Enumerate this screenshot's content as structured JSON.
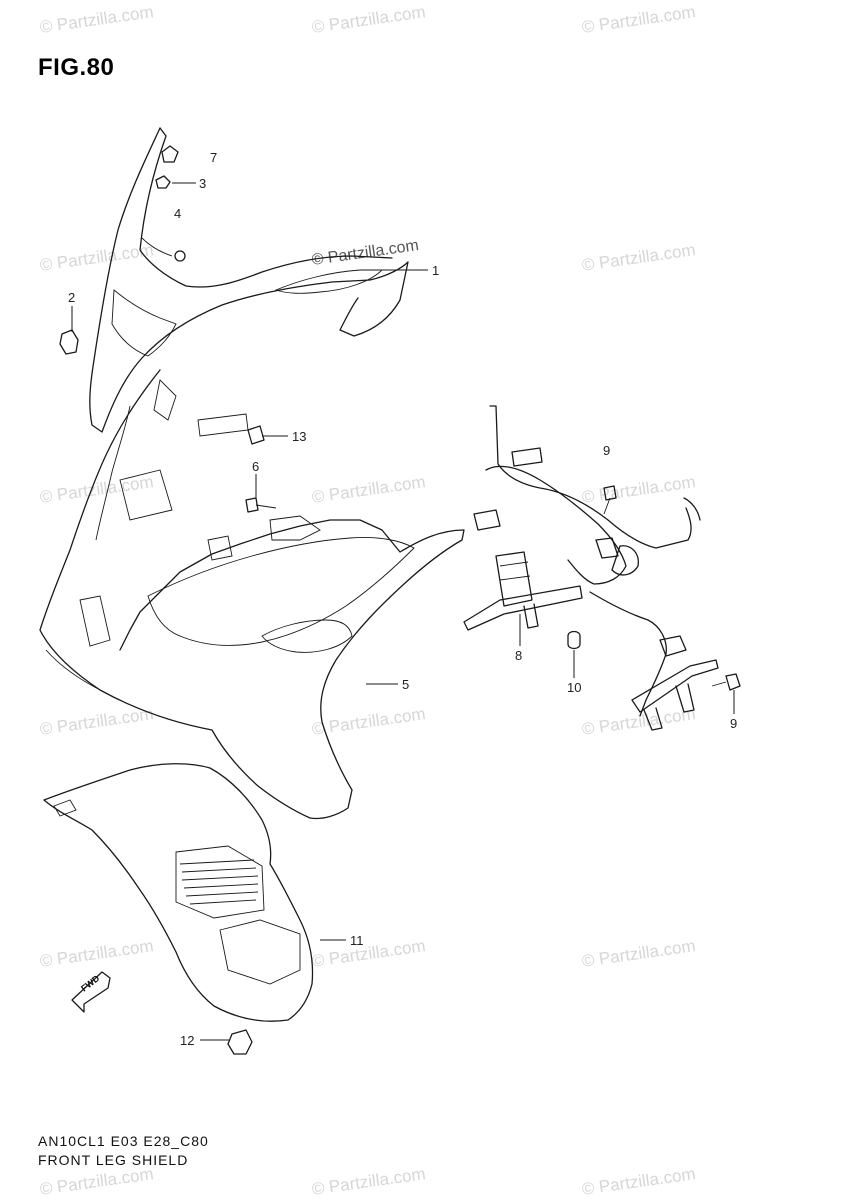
{
  "figure": {
    "title": "FIG.80",
    "code": "AN10CL1 E03 E28_C80",
    "name": "FRONT LEG SHIELD"
  },
  "watermark": {
    "text": "© Partzilla.com",
    "featured_text": "© Partzilla.com"
  },
  "fwd_arrow_label": "FWD",
  "callouts": [
    {
      "id": "c1",
      "text": "1"
    },
    {
      "id": "c2",
      "text": "2"
    },
    {
      "id": "c3",
      "text": "3"
    },
    {
      "id": "c4",
      "text": "4"
    },
    {
      "id": "c5",
      "text": "5"
    },
    {
      "id": "c6",
      "text": "6"
    },
    {
      "id": "c7",
      "text": "7"
    },
    {
      "id": "c8",
      "text": "8"
    },
    {
      "id": "c9a",
      "text": "9"
    },
    {
      "id": "c9b",
      "text": "9"
    },
    {
      "id": "c10",
      "text": "10"
    },
    {
      "id": "c11",
      "text": "11"
    },
    {
      "id": "c12",
      "text": "12"
    },
    {
      "id": "c13",
      "text": "13"
    }
  ]
}
